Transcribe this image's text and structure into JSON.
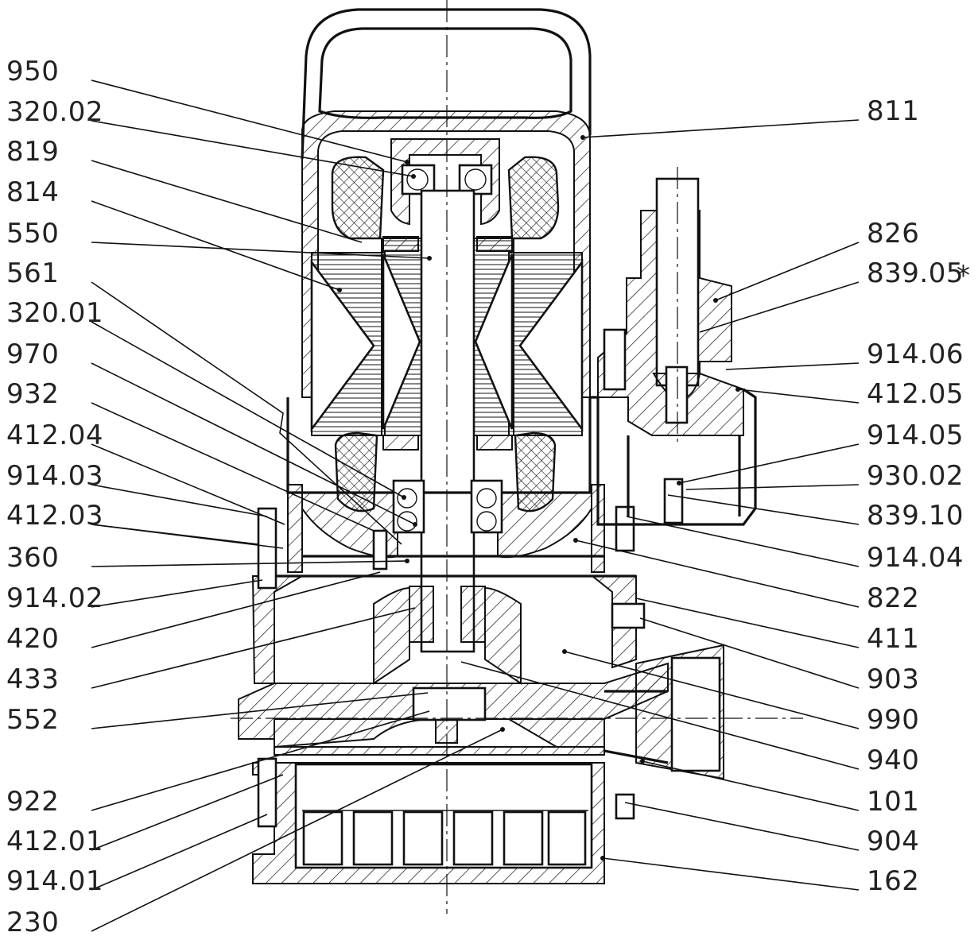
{
  "left_labels": [
    "950",
    "320.02",
    "819",
    "814",
    "550",
    "561",
    "320.01",
    "970",
    "932",
    "412.04",
    "914.03",
    "412.03",
    "360",
    "914.02",
    "420",
    "433",
    "552",
    "922",
    "412.01",
    "914.01",
    "230"
  ],
  "right_labels": [
    "811",
    "826",
    "839.05",
    "914.06",
    "412.05",
    "914.05",
    "930.02",
    "839.10",
    "914.04",
    "822",
    "411",
    "903",
    "990",
    "940",
    "101",
    "904",
    "162"
  ],
  "marker": "*"
}
